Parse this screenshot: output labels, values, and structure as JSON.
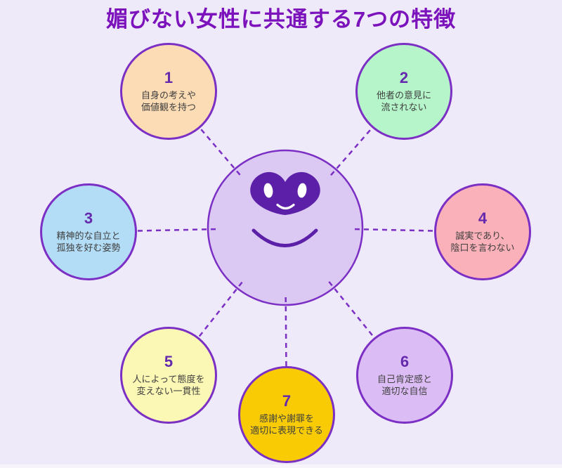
{
  "title": "媚びない女性に共通する7つの特徴",
  "colors": {
    "background": "#EFEAF9",
    "footer_strip": "#F7F4FC",
    "title": "#7B12BC",
    "outline": "#7B2FC5",
    "number": "#6429AD",
    "text": "#3F3F3F",
    "center_fill": "#DCC9F3",
    "face": "#5B1FA8"
  },
  "center": {
    "icon": "heart-face-icon"
  },
  "items": [
    {
      "number": "1",
      "line1": "自身の考えや",
      "line2": "価値観を持つ",
      "fill": "#FCDCB4"
    },
    {
      "number": "2",
      "line1": "他者の意見に",
      "line2": "流されない",
      "fill": "#B5F5C9"
    },
    {
      "number": "3",
      "line1": "精神的な自立と",
      "line2": "孤独を好む姿勢",
      "fill": "#B3DDF6"
    },
    {
      "number": "4",
      "line1": "誠実であり、",
      "line2": "陰口を言わない",
      "fill": "#FBB1B9"
    },
    {
      "number": "5",
      "line1": "人によって態度を",
      "line2": "変えない一貫性",
      "fill": "#FBF7B4"
    },
    {
      "number": "6",
      "line1": "自己肯定感と",
      "line2": "適切な自信",
      "fill": "#DCBCF5"
    },
    {
      "number": "7",
      "line1": "感謝や謝罪を",
      "line2": "適切に表現できる",
      "fill": "#F8CB05"
    }
  ]
}
